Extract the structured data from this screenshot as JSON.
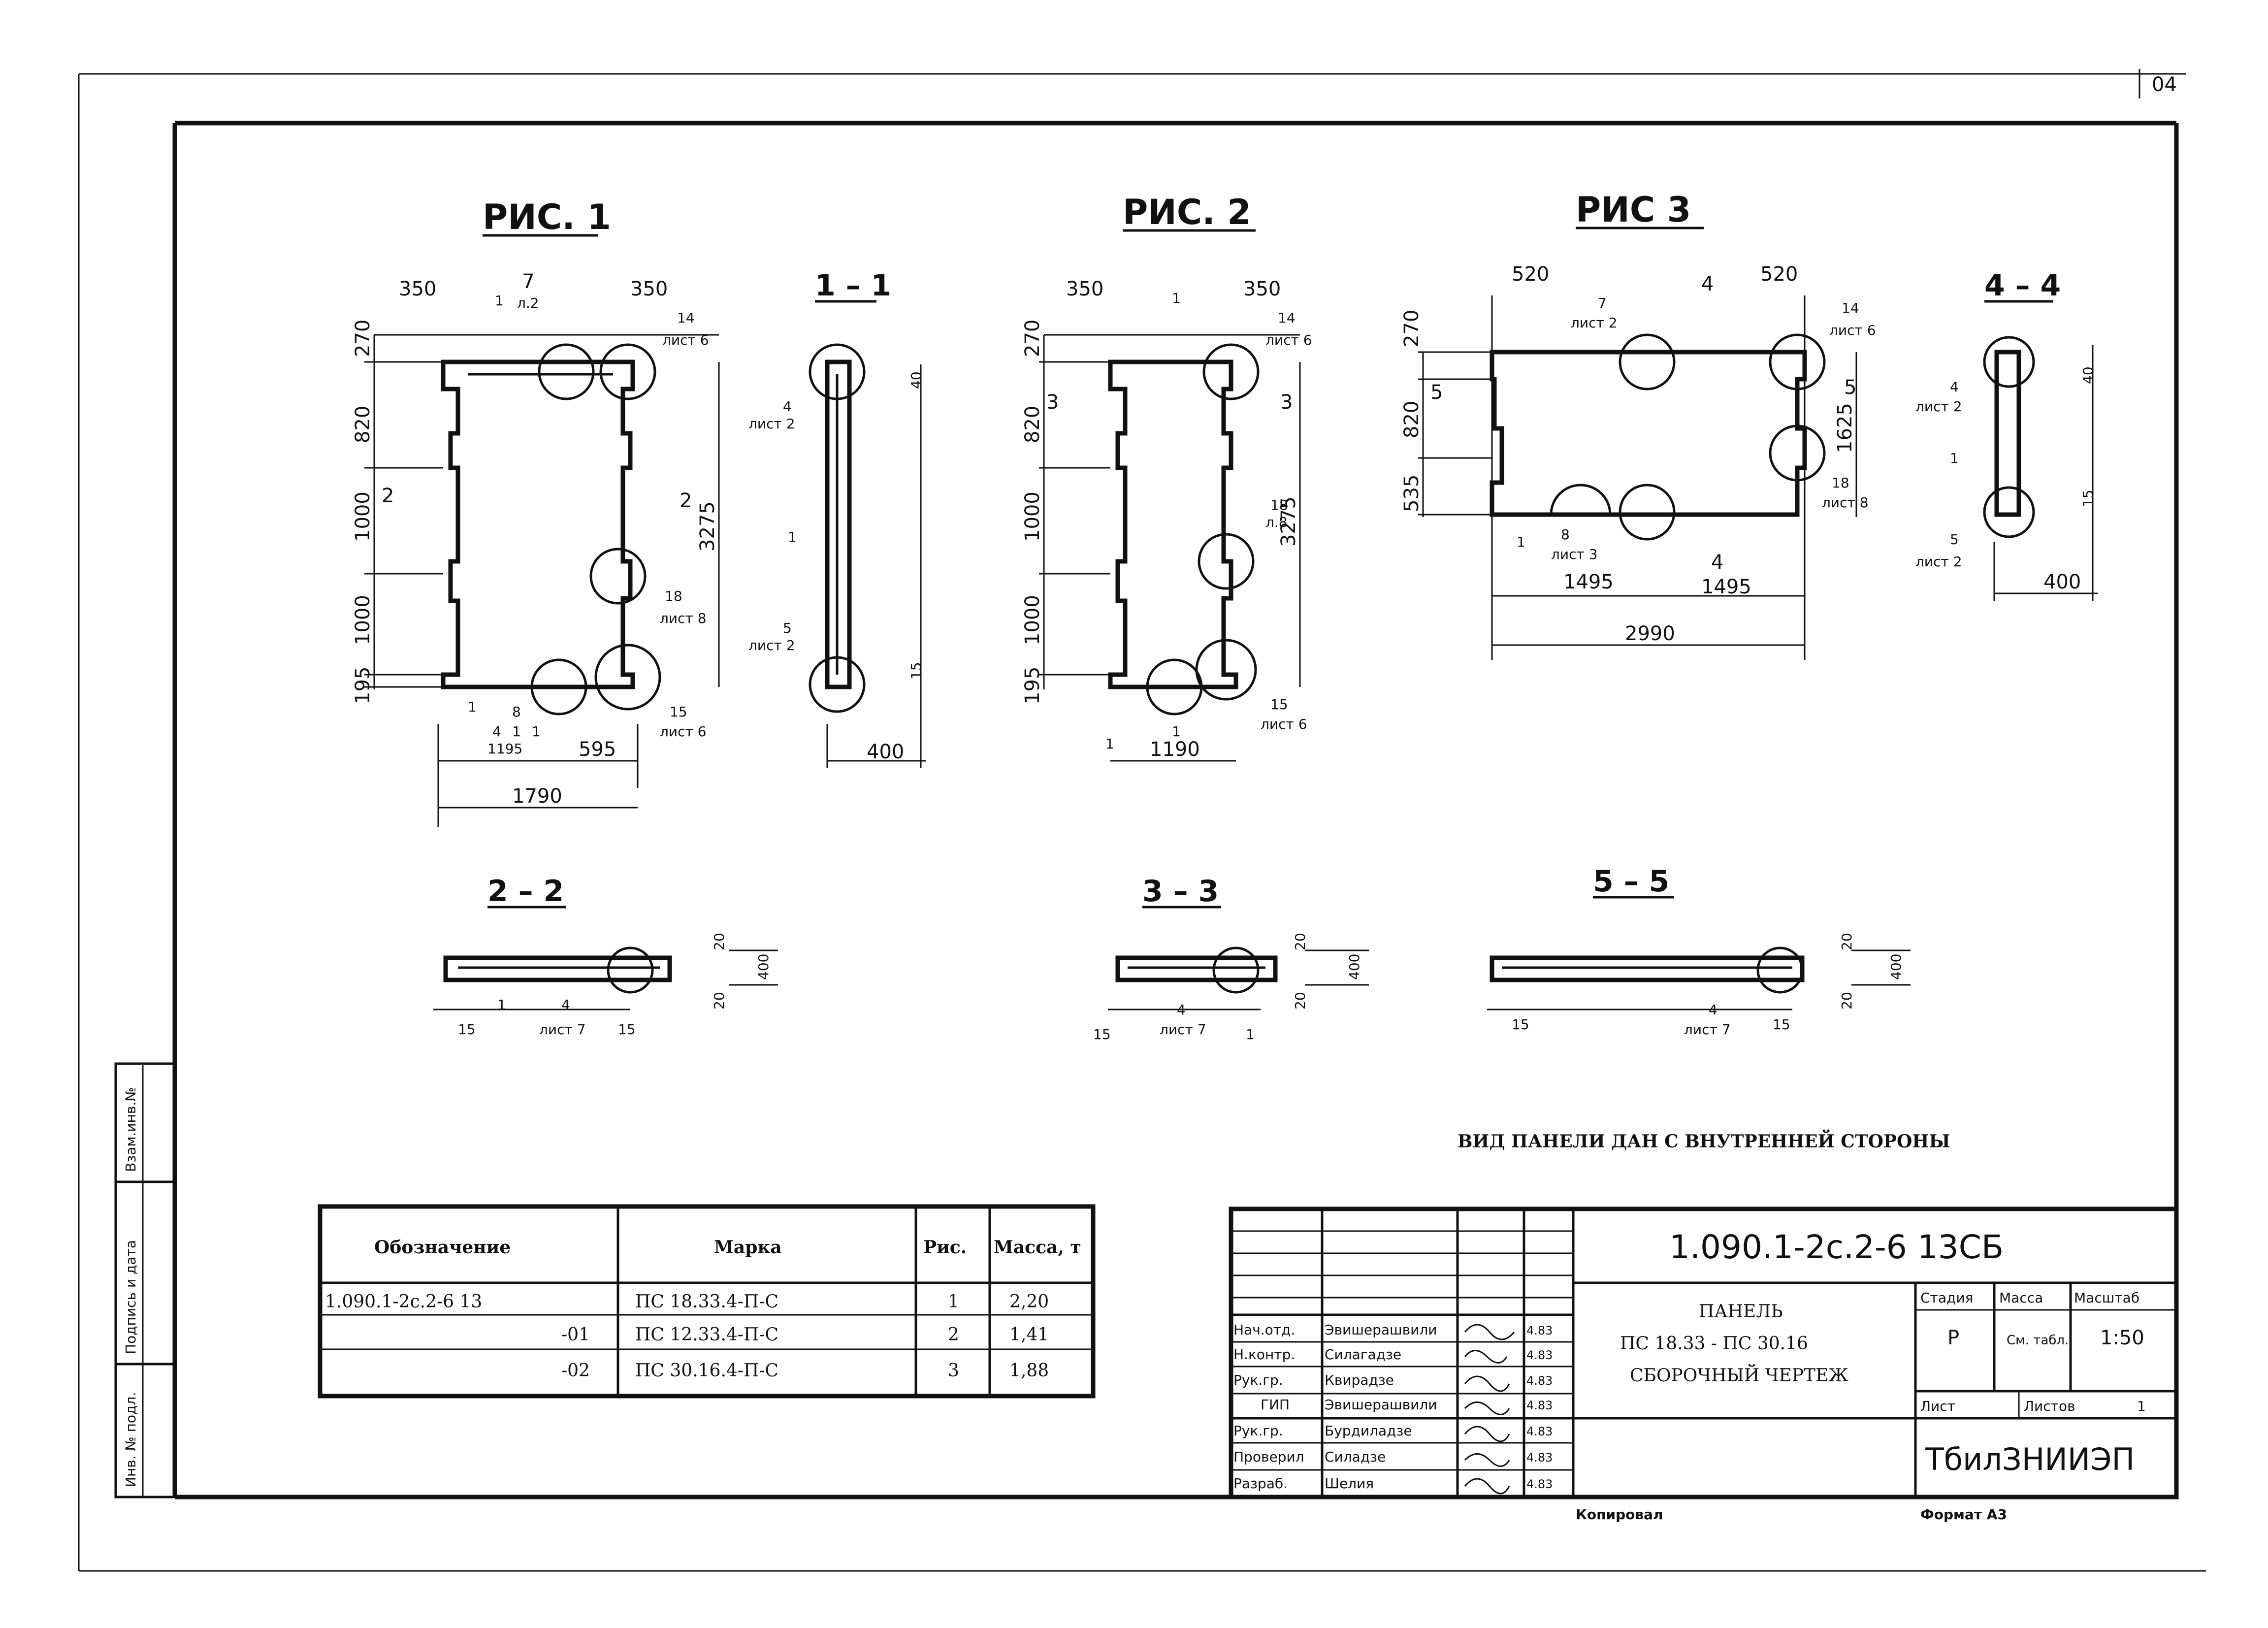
{
  "sheet_number": "04",
  "margin_stamps": [
    "Инв. № подл.",
    "Подпись и дата",
    "Взам.инв.№"
  ],
  "figures": {
    "fig1": {
      "title": "РИС. 1",
      "section": "1 – 1",
      "dims_top": [
        "350",
        "7",
        "л.2",
        "350"
      ],
      "dims_left": [
        "270",
        "820",
        "1000",
        "1000",
        "195"
      ],
      "dims_bottom": [
        "1195",
        "595",
        "1790",
        "4",
        "1",
        "1"
      ],
      "dims_right": [
        "3275"
      ],
      "callouts": [
        "14",
        "лист 6",
        "2",
        "2",
        "18",
        "лист 8",
        "15",
        "лист 6",
        "1",
        "8",
        "1"
      ],
      "section_dims": [
        "40",
        "15",
        "400"
      ],
      "section_callouts": [
        "4",
        "лист 2",
        "1",
        "5",
        "лист 2"
      ]
    },
    "fig2": {
      "title": "РИС. 2",
      "dims_top": [
        "350",
        "1",
        "350"
      ],
      "dims_left": [
        "270",
        "820",
        "1000",
        "1000",
        "195"
      ],
      "dims_bottom": [
        "1190",
        "1"
      ],
      "dims_right": [
        "3275"
      ],
      "callouts": [
        "14",
        "лист 6",
        "3",
        "3",
        "18",
        "л.8",
        "15",
        "лист 6",
        "1"
      ]
    },
    "fig3": {
      "title": "РИС 3",
      "section": "4 – 4",
      "dims_top": [
        "520",
        "520",
        "4",
        "7",
        "лист 2"
      ],
      "dims_left": [
        "270",
        "820",
        "535"
      ],
      "dims_bottom": [
        "1495",
        "1495",
        "2990",
        "4"
      ],
      "dims_right": [
        "1625"
      ],
      "callouts": [
        "14",
        "лист 6",
        "5",
        "5",
        "18",
        "лист 8",
        "1",
        "8",
        "лист 3"
      ],
      "section_dims": [
        "40",
        "15",
        "400"
      ],
      "section_callouts": [
        "4",
        "лист 2",
        "1",
        "5",
        "лист 2"
      ]
    }
  },
  "sections_bottom": [
    {
      "title": "2 – 2",
      "dims": [
        "400",
        "20",
        "20",
        "15",
        "15"
      ],
      "callouts": [
        "1",
        "4",
        "лист 7"
      ]
    },
    {
      "title": "3 – 3",
      "dims": [
        "20",
        "400",
        "20",
        "15",
        "1"
      ],
      "callouts": [
        "4",
        "лист 7"
      ]
    },
    {
      "title": "5 – 5",
      "dims": [
        "20",
        "400",
        "20",
        "15",
        "15"
      ],
      "callouts": [
        "4",
        "лист 7"
      ]
    }
  ],
  "view_note": "ВИД ПАНЕЛИ ДАН С ВНУТРЕННЕЙ СТОРОНЫ",
  "spec_table": {
    "headers": [
      "Обозначение",
      "Марка",
      "Рис.",
      "Масса, т"
    ],
    "rows": [
      [
        "1.090.1-2с.2-6 13",
        "ПС 18.33.4-П-С",
        "1",
        "2,20"
      ],
      [
        "-01",
        "ПС 12.33.4-П-С",
        "2",
        "1,41"
      ],
      [
        "-02",
        "ПС 30.16.4-П-С",
        "3",
        "1,88"
      ]
    ]
  },
  "title_block": {
    "document_code": "1.090.1-2с.2-6 13СБ",
    "title_lines": [
      "ПАНЕЛЬ",
      "ПС 18.33 - ПС 30.16",
      "СБОРОЧНЫЙ ЧЕРТЕЖ"
    ],
    "roles": [
      "Нач.отд.",
      "Н.контр.",
      "Рук.гр.",
      "ГИП",
      "Рук.гр.",
      "Проверил",
      "Разраб."
    ],
    "names": [
      "Эвишерашвили",
      "Силагадзе",
      "Квирадзе",
      "Эвишерашвили",
      "Бурдиладзе",
      "Силадзе",
      "Шелия"
    ],
    "dates": [
      "4.83",
      "4.83",
      "4.83",
      "4.83",
      "4.83",
      "4.83",
      "4.83"
    ],
    "stage_label": "Стадия",
    "mass_label": "Масса",
    "scale_label": "Масштаб",
    "stage": "Р",
    "mass": "См. табл.",
    "scale": "1:50",
    "sheet_label": "Лист",
    "sheets_label": "Листов",
    "sheets": "1",
    "organization": "ТбилЗНИИЭП",
    "copied_label": "Копировал",
    "format_label": "Формат А3"
  }
}
